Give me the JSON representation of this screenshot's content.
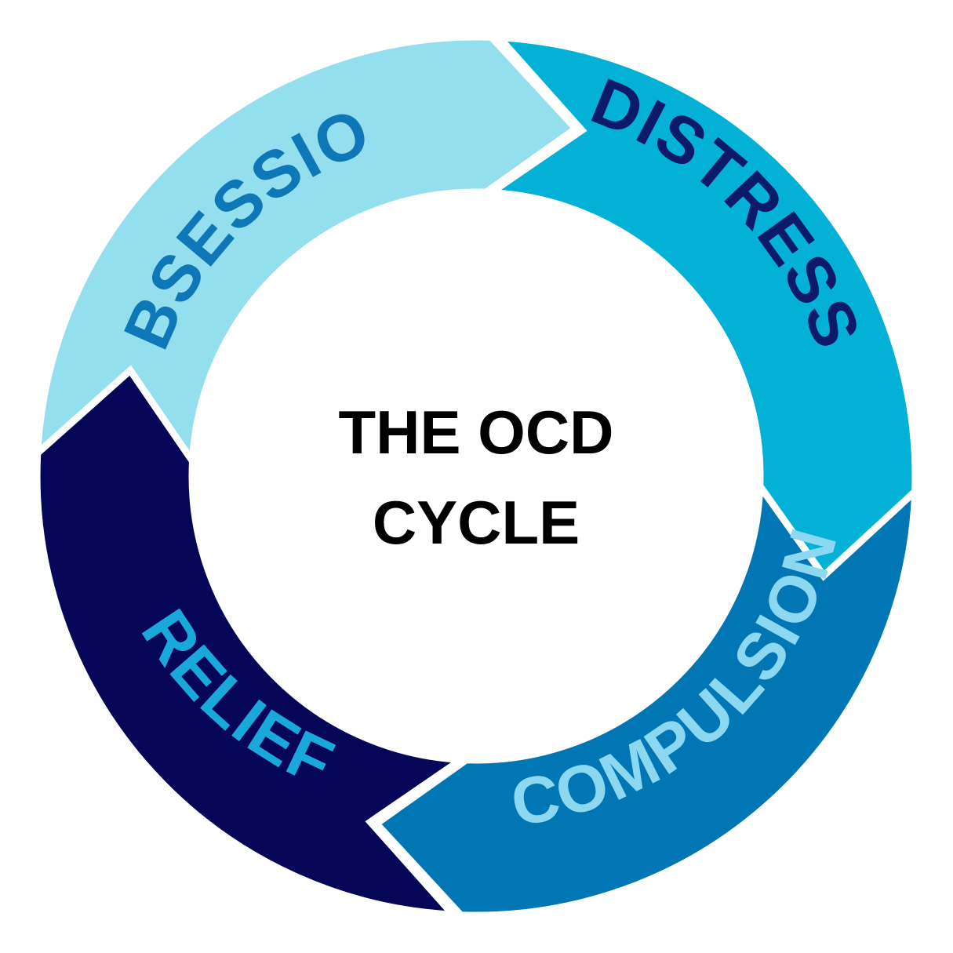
{
  "title": {
    "line1": "THE OCD",
    "line2": "CYCLE"
  },
  "segments": [
    {
      "label": "OBSESSION",
      "fill": "#94DFEE",
      "text_color": "#0E77B7"
    },
    {
      "label": "DISTRESS",
      "fill": "#03B1D6",
      "text_color": "#0C1A6A"
    },
    {
      "label": "COMPULSION",
      "fill": "#0076B4",
      "text_color": "#8CD8F0"
    },
    {
      "label": "RELIEF",
      "fill": "#050658",
      "text_color": "#18A8DA"
    }
  ],
  "colors": {
    "background": "#FFFFFF",
    "center": "#FFFFFF",
    "separator": "#FFFFFF",
    "title_text": "#000000"
  }
}
